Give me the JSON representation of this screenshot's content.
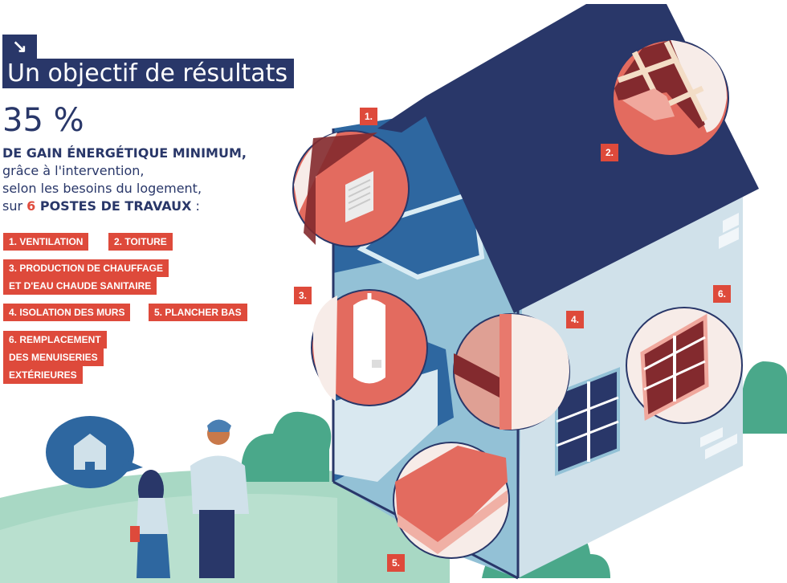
{
  "header": {
    "arrow_icon": "↘",
    "title": "Un objectif de résultats"
  },
  "stat": {
    "value": "35 %",
    "headline": "DE GAIN ÉNERGÉTIQUE MINIMUM,",
    "line2": "grâce à l'intervention,",
    "line3": "selon les besoins du logement,",
    "line4_prefix": "sur ",
    "line4_number": "6",
    "line4_suffix": " POSTES DE TRAVAUX",
    "line4_end": " :"
  },
  "work_items": [
    {
      "label": "1. VENTILATION"
    },
    {
      "label": "2. TOITURE"
    },
    {
      "label_l1": "3. PRODUCTION DE CHAUFFAGE",
      "label_l2": "ET D'EAU CHAUDE SANITAIRE"
    },
    {
      "label": "4. ISOLATION DES MURS"
    },
    {
      "label": "5. PLANCHER BAS"
    },
    {
      "label_l1": "6. REMPLACEMENT",
      "label_l2": "DES MENUISERIES",
      "label_l3": "EXTÉRIEURES"
    }
  ],
  "badges": [
    "1.",
    "2.",
    "3.",
    "4.",
    "5.",
    "6."
  ],
  "colors": {
    "navy": "#293769",
    "red": "#de4a3b",
    "mid_blue": "#2e67a0",
    "light_blue": "#93c1d6",
    "pale_blue": "#d0e1ea",
    "green": "#4aa88a",
    "pale_green": "#a8d8c4",
    "salmon": "#e36b5f",
    "dark_red": "#832a2e",
    "cream": "#f7ece8"
  }
}
